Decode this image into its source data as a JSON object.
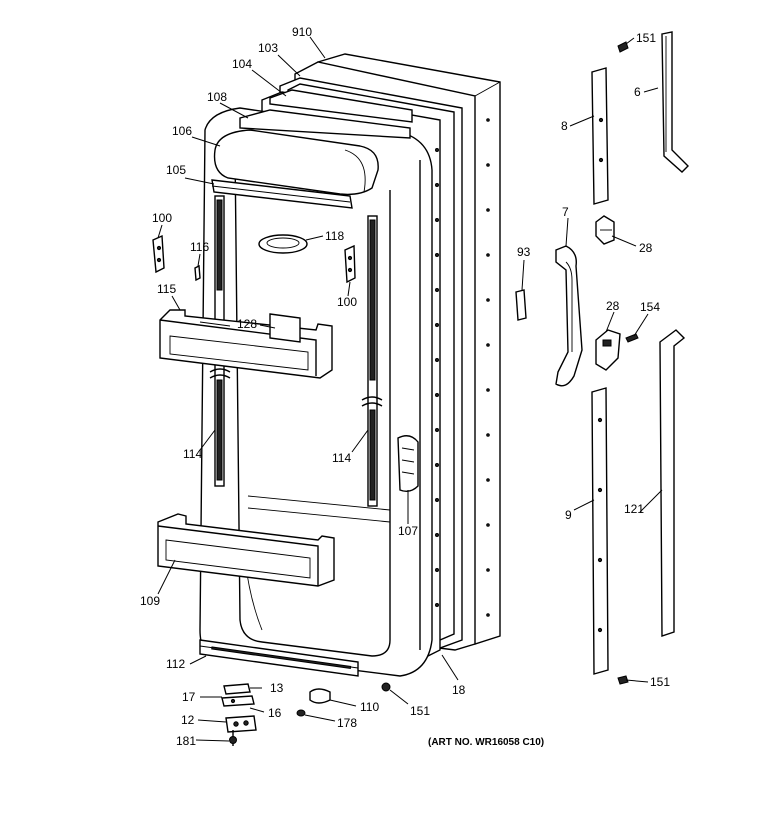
{
  "diagram": {
    "caption": "(ART NO. WR16058 C10)",
    "callouts": {
      "c910": "910",
      "c103": "103",
      "c104": "104",
      "c108": "108",
      "c106": "106",
      "c105": "105",
      "c100a": "100",
      "c116": "116",
      "c118": "118",
      "c100b": "100",
      "c115": "115",
      "c128": "128",
      "c114a": "114",
      "c114b": "114",
      "c107": "107",
      "c109": "109",
      "c112": "112",
      "c13": "13",
      "c17": "17",
      "c16": "16",
      "c12": "12",
      "c181": "181",
      "c110": "110",
      "c178": "178",
      "c151a": "151",
      "c18": "18",
      "c93": "93",
      "c151b": "151",
      "c6": "6",
      "c8": "8",
      "c7": "7",
      "c28a": "28",
      "c28b": "28",
      "c154": "154",
      "c9": "9",
      "c121": "121",
      "c151c": "151"
    }
  }
}
